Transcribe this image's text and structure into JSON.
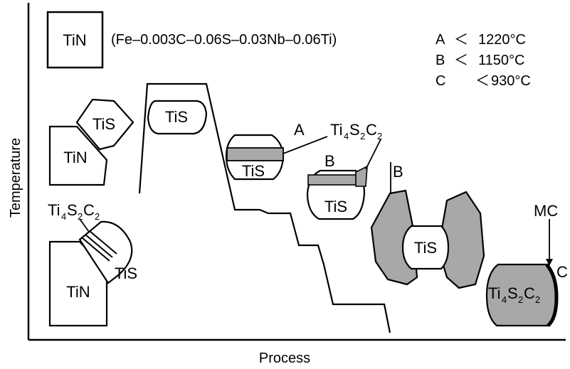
{
  "title_box": "TiN",
  "composition": "(Fe–0.003C–0.06S–0.03Nb–0.06Ti)",
  "legend": [
    {
      "key": "A",
      "rel": "＜",
      "value": "1220°C"
    },
    {
      "key": "B",
      "rel": "＜",
      "value": "1150°C"
    },
    {
      "key": "C",
      "rel": "＜",
      "value": "930°C"
    }
  ],
  "axes": {
    "x": "Process",
    "y": "Temperature"
  },
  "particles": {
    "tin_tis_top_tin": "TiN",
    "tin_tis_top_tis": "TiS",
    "tin_tis_bottom_tin": "TiN",
    "tin_tis_bottom_tis": "TiS",
    "bottom_ti": "Ti",
    "bottom_s": "S",
    "bottom_c": "C",
    "bottom_sub4": "4",
    "bottom_sub2a": "2",
    "bottom_sub2b": "2",
    "high_tis": "TiS",
    "stepA_tis": "TiS",
    "stepA_label": "A",
    "stepA_ti": "Ti",
    "stepA_s": "S",
    "stepA_c": "C",
    "stepA_sub4": "4",
    "stepA_sub2a": "2",
    "stepA_sub2b": "2",
    "stepB_label": "B",
    "stepB_tis": "TiS",
    "stepB2_label": "B",
    "stepB2_tis": "TiS",
    "mc_label": "MC",
    "final_c_label": "C",
    "final_ti": "Ti",
    "final_s": "S",
    "final_c": "C",
    "final_sub4": "4",
    "final_sub2a": "2",
    "final_sub2b": "2"
  },
  "colors": {
    "gray_fill": "#a8a8a8",
    "line": "#000000"
  }
}
